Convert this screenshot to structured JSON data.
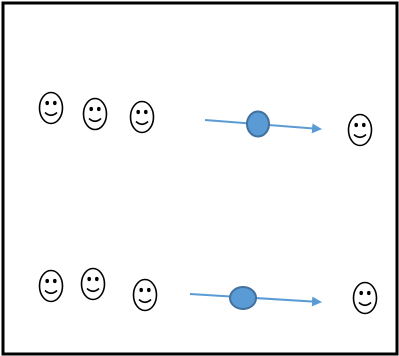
{
  "diagram": {
    "rows": [
      {
        "source_faces": 3,
        "arrow": "right",
        "moving_dot": true,
        "target_faces": 1
      },
      {
        "source_faces": 3,
        "arrow": "right",
        "moving_dot": true,
        "target_faces": 1
      }
    ]
  },
  "colors": {
    "frame": "#000000",
    "face": "#000000",
    "arrow": "#5b9bd5",
    "dot_fill": "#5b9bd5",
    "dot_stroke": "#41719c"
  },
  "icons": {
    "face": "smiley-face-icon",
    "dot": "circle-dot-icon",
    "arrow": "arrow-right-icon"
  }
}
